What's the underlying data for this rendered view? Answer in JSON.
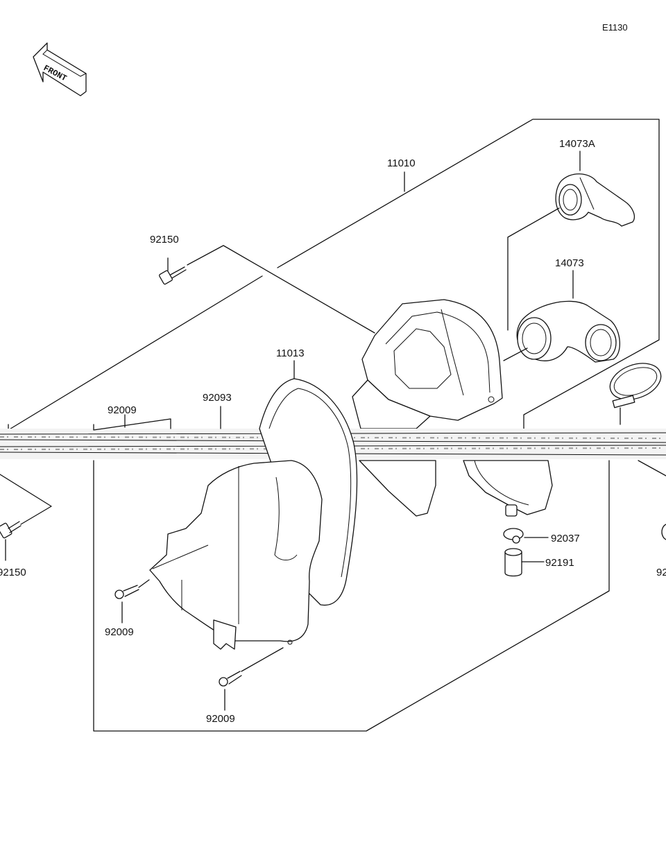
{
  "diagram_code": "E1130",
  "front_label": "FRONT",
  "parts": {
    "p11010": "11010",
    "p14073A": "14073A",
    "p14073": "14073",
    "p92150_top": "92150",
    "p92150_left": "92150",
    "p92150_right_partial": "92",
    "p11013": "11013",
    "p92093": "92093",
    "p92009_top": "92009",
    "p92009_mid": "92009",
    "p92009_bottom": "92009",
    "p92037": "92037",
    "p92191": "92191"
  }
}
